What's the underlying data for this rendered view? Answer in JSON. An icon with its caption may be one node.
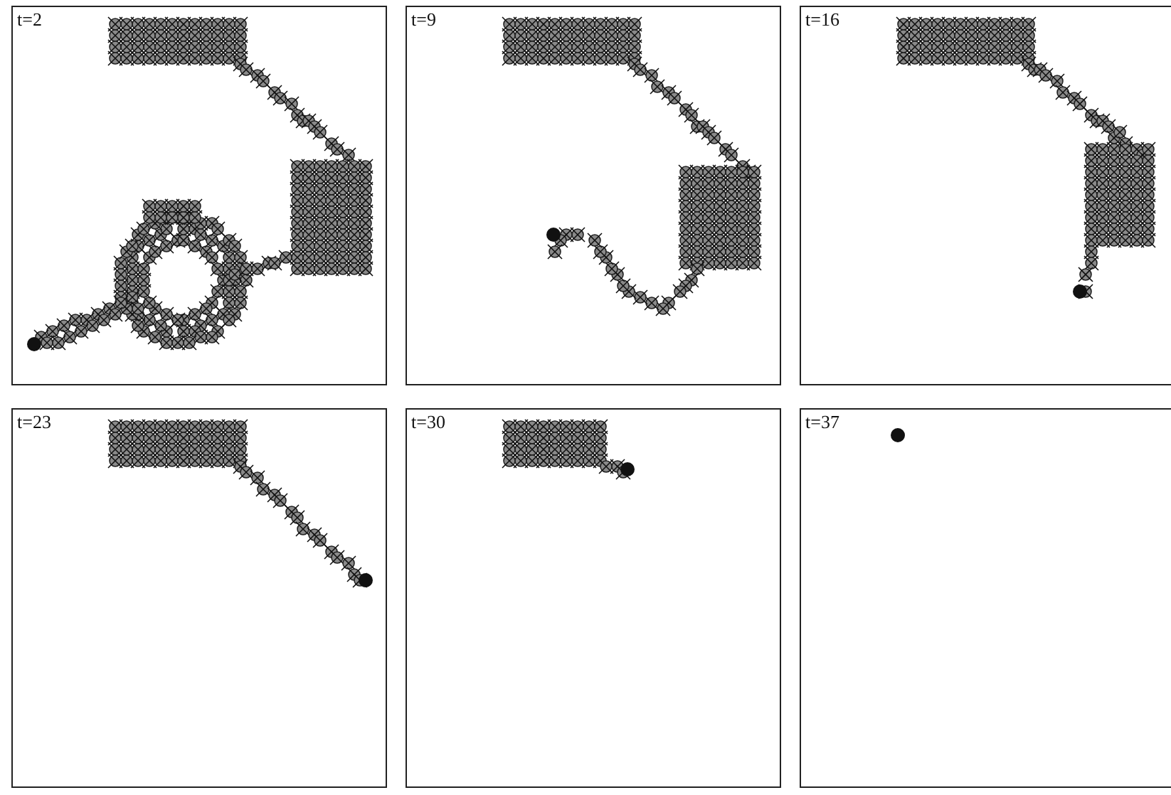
{
  "diagram": {
    "nodes": [
      {
        "text": [
          "t=2"
        ]
      },
      {
        "text": [
          "t=9"
        ]
      },
      {
        "text": [
          "t=16"
        ]
      },
      {
        "text": [
          "t=23"
        ]
      },
      {
        "text": [
          "t=30"
        ]
      },
      {
        "text": [
          "t=37"
        ]
      }
    ]
  }
}
